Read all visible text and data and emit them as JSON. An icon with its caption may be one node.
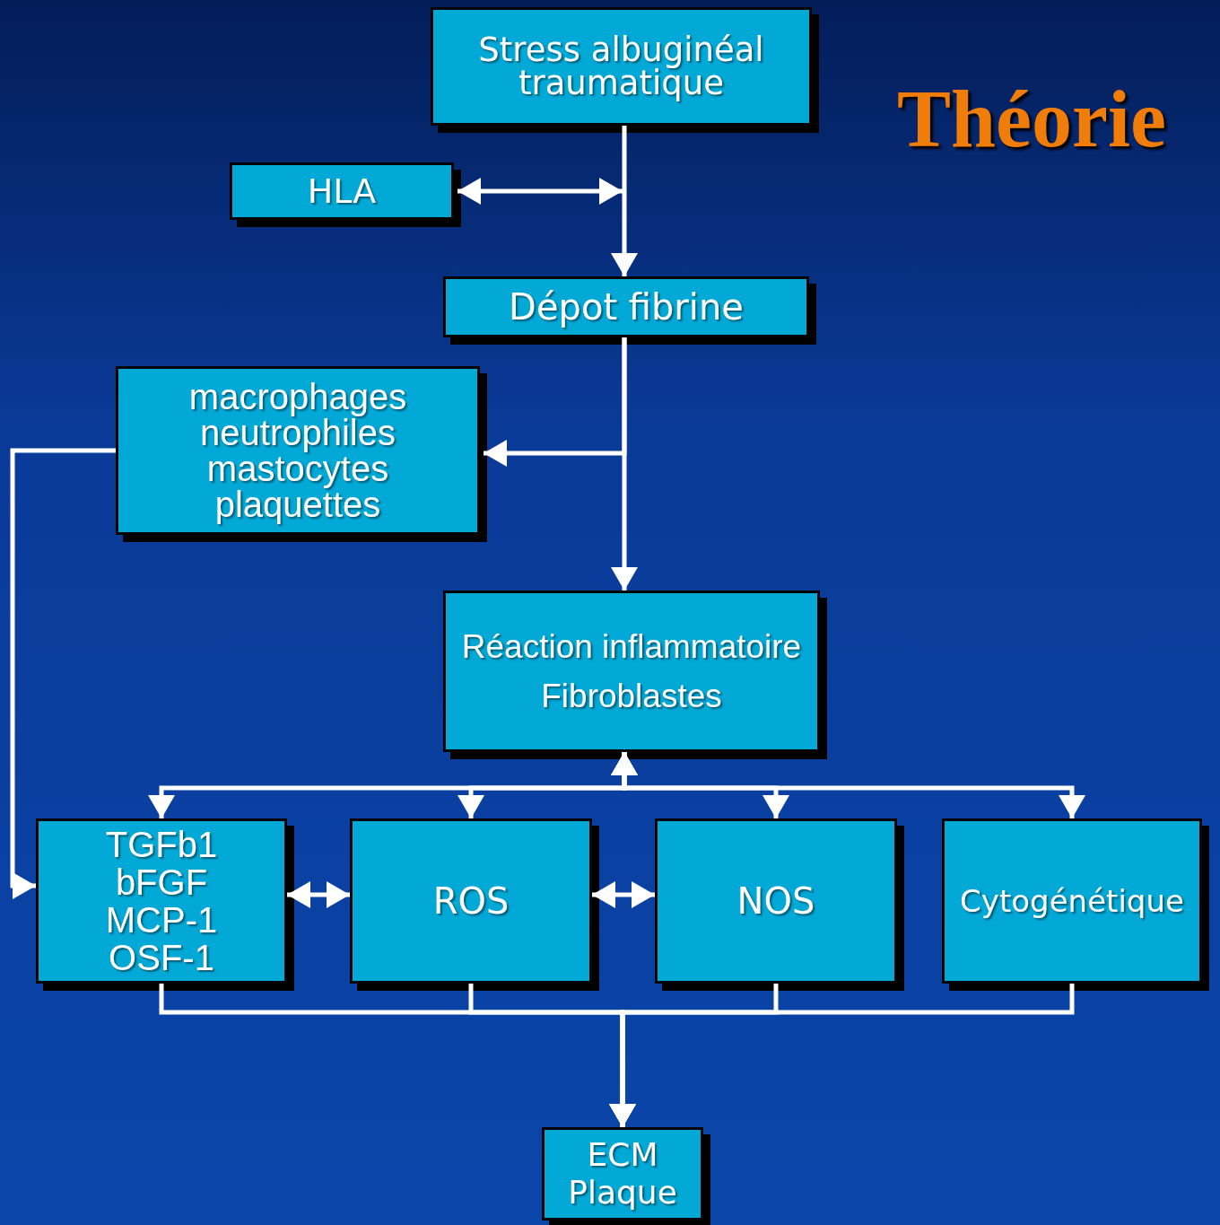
{
  "diagram": {
    "title": "Théorie",
    "nodes": [
      {
        "text": [
          "Stress albuginéal traumatique"
        ]
      },
      {
        "text": [
          "HLA"
        ]
      },
      {
        "text": [
          "Dépot fibrine"
        ]
      },
      {
        "text": [
          "macrophages",
          "neutrophiles",
          "mastocytes",
          "plaquettes"
        ]
      },
      {
        "text": [
          "Réaction inflammatoire",
          "Fibroblastes"
        ]
      },
      {
        "text": [
          "TGFb1",
          "bFGF",
          "MCP-1",
          "OSF-1"
        ]
      },
      {
        "text": [
          "ROS"
        ]
      },
      {
        "text": [
          "NOS"
        ]
      },
      {
        "text": [
          "Cytogénétique"
        ]
      },
      {
        "text": [
          "ECM",
          "Plaque"
        ]
      }
    ],
    "edges": [
      {
        "from": 0,
        "to": 2,
        "arrow": "to"
      },
      {
        "from": 1,
        "to": null,
        "arrow": "both"
      },
      {
        "from": 2,
        "to": 3,
        "arrow": "to"
      },
      {
        "from": 2,
        "to": 4,
        "arrow": "to"
      },
      {
        "from": 3,
        "to": 5,
        "arrow": "to"
      },
      {
        "from": 4,
        "to": 5,
        "arrow": "both"
      },
      {
        "from": 4,
        "to": 6,
        "arrow": "both"
      },
      {
        "from": 4,
        "to": 7,
        "arrow": "both"
      },
      {
        "from": 4,
        "to": 8,
        "arrow": "both"
      },
      {
        "from": 5,
        "to": 6,
        "arrow": "both"
      },
      {
        "from": 6,
        "to": 7,
        "arrow": "both"
      },
      {
        "from": 5,
        "to": 9,
        "arrow": "to"
      },
      {
        "from": 6,
        "to": 9,
        "arrow": "to"
      },
      {
        "from": 7,
        "to": 9,
        "arrow": "to"
      },
      {
        "from": 8,
        "to": 9,
        "arrow": "to"
      }
    ]
  }
}
